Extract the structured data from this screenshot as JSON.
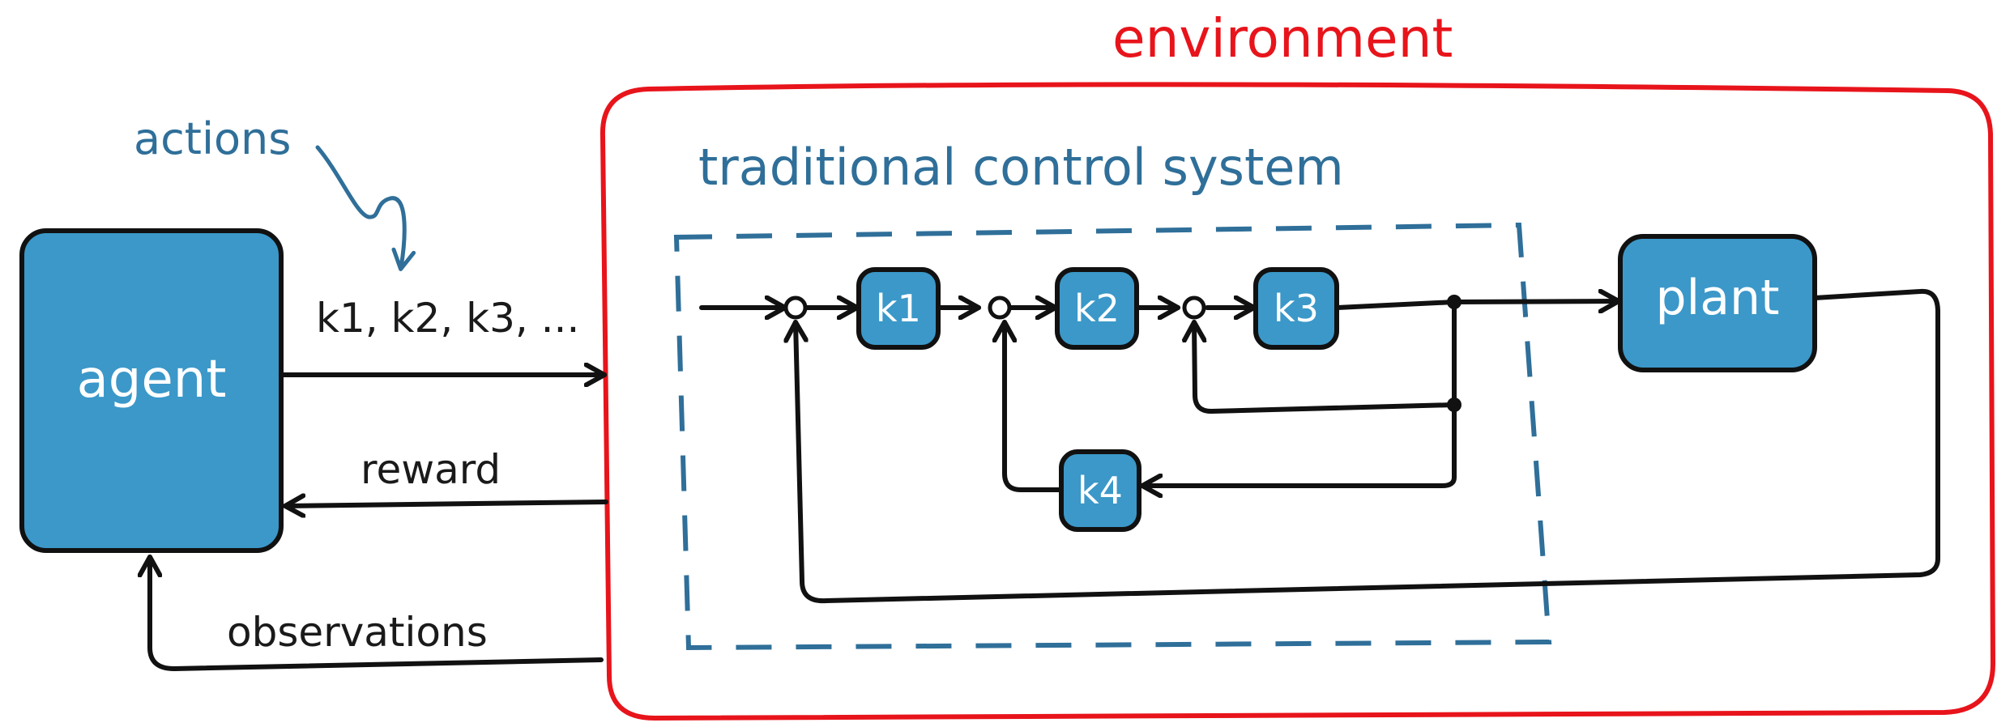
{
  "labels": {
    "environment": "environment",
    "traditional_control_system": "traditional control system",
    "actions": "actions",
    "action_values": "k1, k2, k3, ...",
    "reward": "reward",
    "observations": "observations"
  },
  "blocks": {
    "agent": "agent",
    "k1": "k1",
    "k2": "k2",
    "k3": "k3",
    "k4": "k4",
    "plant": "plant"
  },
  "colors": {
    "block_fill": "#3b98c9",
    "block_stroke": "#111111",
    "environment_border": "#e8141b",
    "control_system_border": "#2f6f99",
    "wire": "#111111"
  },
  "icons": {
    "summing_junction": "circle-junction-icon",
    "branch_point": "filled-dot-icon"
  }
}
